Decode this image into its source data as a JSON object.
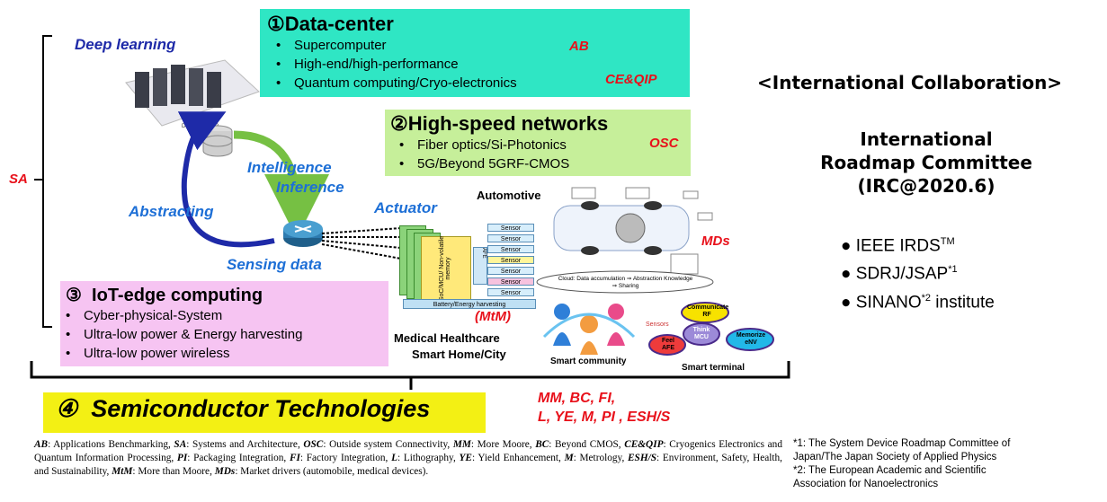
{
  "labels": {
    "deep_learning": "Deep learning",
    "intelligence": "Intelligence",
    "inference": "Inference",
    "abstracting": "Abstracting",
    "sensing_data": "Sensing data",
    "actuator": "Actuator",
    "automotive": "Automotive",
    "medical": "Medical Healthcare",
    "smart_home": "Smart Home/City",
    "smart_community": "Smart community",
    "smart_terminal": "Smart terminal",
    "sa": "SA",
    "mtm": "(MtM)",
    "mds": "MDs",
    "data_center_small": "DATA CENTER",
    "cloud": "Cloud: Data accumulation ⇒ Abstraction Knowledge ⇒ Sharing",
    "sensors_word": "Sensors",
    "chip_text": "SoC/MCU/ Non-volatile memory",
    "battery": "Battery/Energy harvesting",
    "afe": "AFE",
    "rf": "RF",
    "sensor_word": "Sensor",
    "communicate": "Communicate RF",
    "think": "Think MCU",
    "memorize": "Memorize eNV",
    "feel": "Feel AFE"
  },
  "data_center": {
    "title": "①Data-center",
    "items": [
      "Supercomputer",
      "High-end/high-performance",
      "Quantum computing/Cryo-electronics"
    ],
    "tag1": "AB",
    "tag2": "CE&QIP"
  },
  "networks": {
    "title": "②High-speed networks",
    "items": [
      "Fiber optics/Si-Photonics",
      "5G/Beyond 5GRF-CMOS"
    ],
    "tag": "OSC"
  },
  "iot": {
    "title": "③  IoT-edge computing",
    "items": [
      "Cyber-physical-System",
      "Ultra-low power & Energy harvesting",
      "Ultra-low power wireless"
    ]
  },
  "semiconductor": {
    "title": "④  Semiconductor Technologies",
    "tags_line1": "MM, BC, FI,",
    "tags_line2": "L, YE, M, PI , ESH/S"
  },
  "collab": {
    "heading": "<International Collaboration>",
    "committee_line1": "International",
    "committee_line2": "Roadmap Committee",
    "committee_line3": "(IRC@2020.6)",
    "members": [
      {
        "text": "IEEE IRDS",
        "sup": "TM"
      },
      {
        "text": "SDRJ/JSAP",
        "sup": "*1"
      },
      {
        "text": "SINANO",
        "sup": "*2",
        "suffix": " institute"
      }
    ]
  },
  "legend": {
    "entries": [
      {
        "abbr": "AB",
        "def": ": Applications Benchmarking, "
      },
      {
        "abbr": "SA",
        "def": ": Systems and Architecture, "
      },
      {
        "abbr": "OSC",
        "def": ": Outside system Connectivity, "
      },
      {
        "abbr": "MM",
        "def": ": More Moore, "
      },
      {
        "abbr": "BC",
        "def": ": Beyond CMOS, "
      },
      {
        "abbr": "CE&QIP",
        "def": ": Cryogenics Electronics and Quantum Information Processing, "
      },
      {
        "abbr": "PI",
        "def": ": Packaging Integration, "
      },
      {
        "abbr": "FI",
        "def": ": Factory Integration, "
      },
      {
        "abbr": "L",
        "def": ": Lithography, "
      },
      {
        "abbr": "YE",
        "def": ": Yield Enhancement, "
      },
      {
        "abbr": "M",
        "def": ": Metrology, "
      },
      {
        "abbr": "ESH/S",
        "def": ": Environment, Safety, Health, and Sustainability, "
      },
      {
        "abbr": "MtM",
        "def": ": More than Moore, "
      },
      {
        "abbr": "MDs",
        "def": ": Market drivers (automobile, medical devices)."
      }
    ]
  },
  "footnotes": {
    "n1a": "*1: The System Device Roadmap Committee of",
    "n1b": "Japan/The Japan Society of Applied Physics",
    "n2a": "*2: The European Academic and Scientific",
    "n2b": "Association for Nanoelectronics"
  },
  "colors": {
    "teal": "#2fe6c4",
    "light_green": "#c6ef9a",
    "pink": "#f6c4f2",
    "yellow": "#f3f014",
    "red": "#e8101a",
    "blue": "#1d6fd6"
  }
}
